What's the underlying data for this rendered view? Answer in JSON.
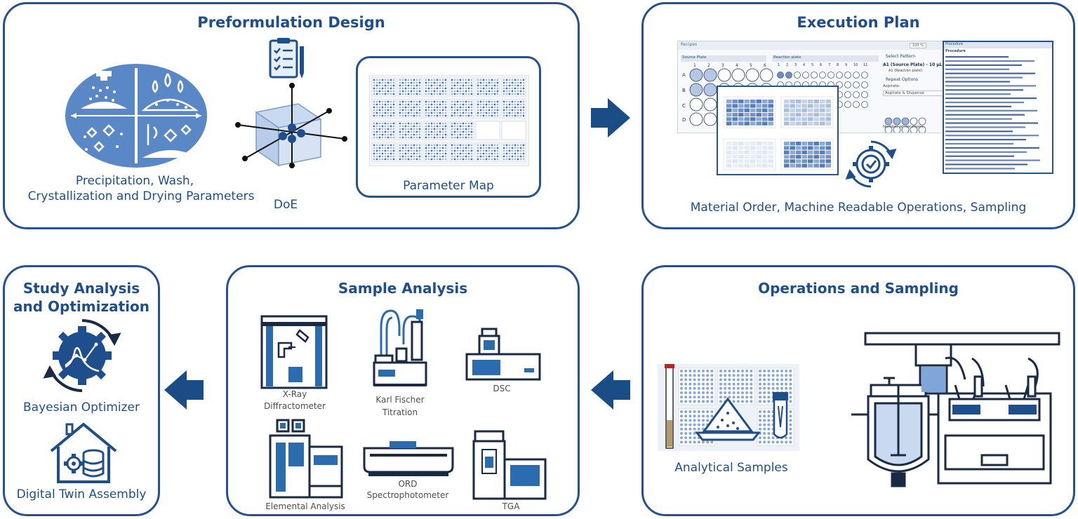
{
  "preformulation": {
    "title": "Preformulation Design",
    "caption_line1": "Precipitation, Wash,",
    "caption_line2": "Crystallization and Drying Parameters",
    "doe_label": "DoE",
    "param_map_label": "Parameter Map"
  },
  "execution": {
    "title": "Execution Plan",
    "caption": "Material Order, Machine Readable Operations, Sampling",
    "screenshot": {
      "recipes_label": "Recipes",
      "zoom": "100 %",
      "source_plate": "Source Plate",
      "reaction_plate": "Reaction plate",
      "select_pattern": "Select Pattern",
      "source_selected": "A1 (Source Plate) - 10 µL",
      "reaction_selected": "A1 (Reaction plate)",
      "repeat_options": "Repeat Options",
      "aspirate": "Aspirate:",
      "aspirate_value": "Aspirate & Dispense",
      "iterations": "Number of Iterations:",
      "procedure_header": "Procedure",
      "procedure_col": "Procedure",
      "row_letters": [
        "A",
        "B",
        "C",
        "D"
      ],
      "source_cols": [
        "1",
        "2",
        "3",
        "4",
        "5",
        "6"
      ],
      "reaction_cols": [
        "1",
        "2",
        "3",
        "4",
        "5",
        "6",
        "7",
        "8",
        "9",
        "10",
        "11"
      ]
    }
  },
  "operations": {
    "title": "Operations and Sampling",
    "samples_label": "Analytical Samples"
  },
  "sample_analysis": {
    "title": "Sample Analysis",
    "xrd_line1": "X-Ray",
    "xrd_line2": "Diffractometer",
    "kf_line1": "Karl Fischer",
    "kf_line2": "Titration",
    "dsc": "DSC",
    "elemental": "Elemental Analysis",
    "ord_line1": "ORD",
    "ord_line2": "Spectrophotometer",
    "tga": "TGA"
  },
  "study": {
    "title_line1": "Study Analysis",
    "title_line2": "and Optimization",
    "bayes": "Bayesian Optimizer",
    "twin": "Digital Twin Assembly"
  },
  "colors": {
    "primary": "#1f4e8c",
    "accent": "#2b6cb0",
    "fill": "#d6e2f3",
    "arrow": "#1a4d86"
  }
}
